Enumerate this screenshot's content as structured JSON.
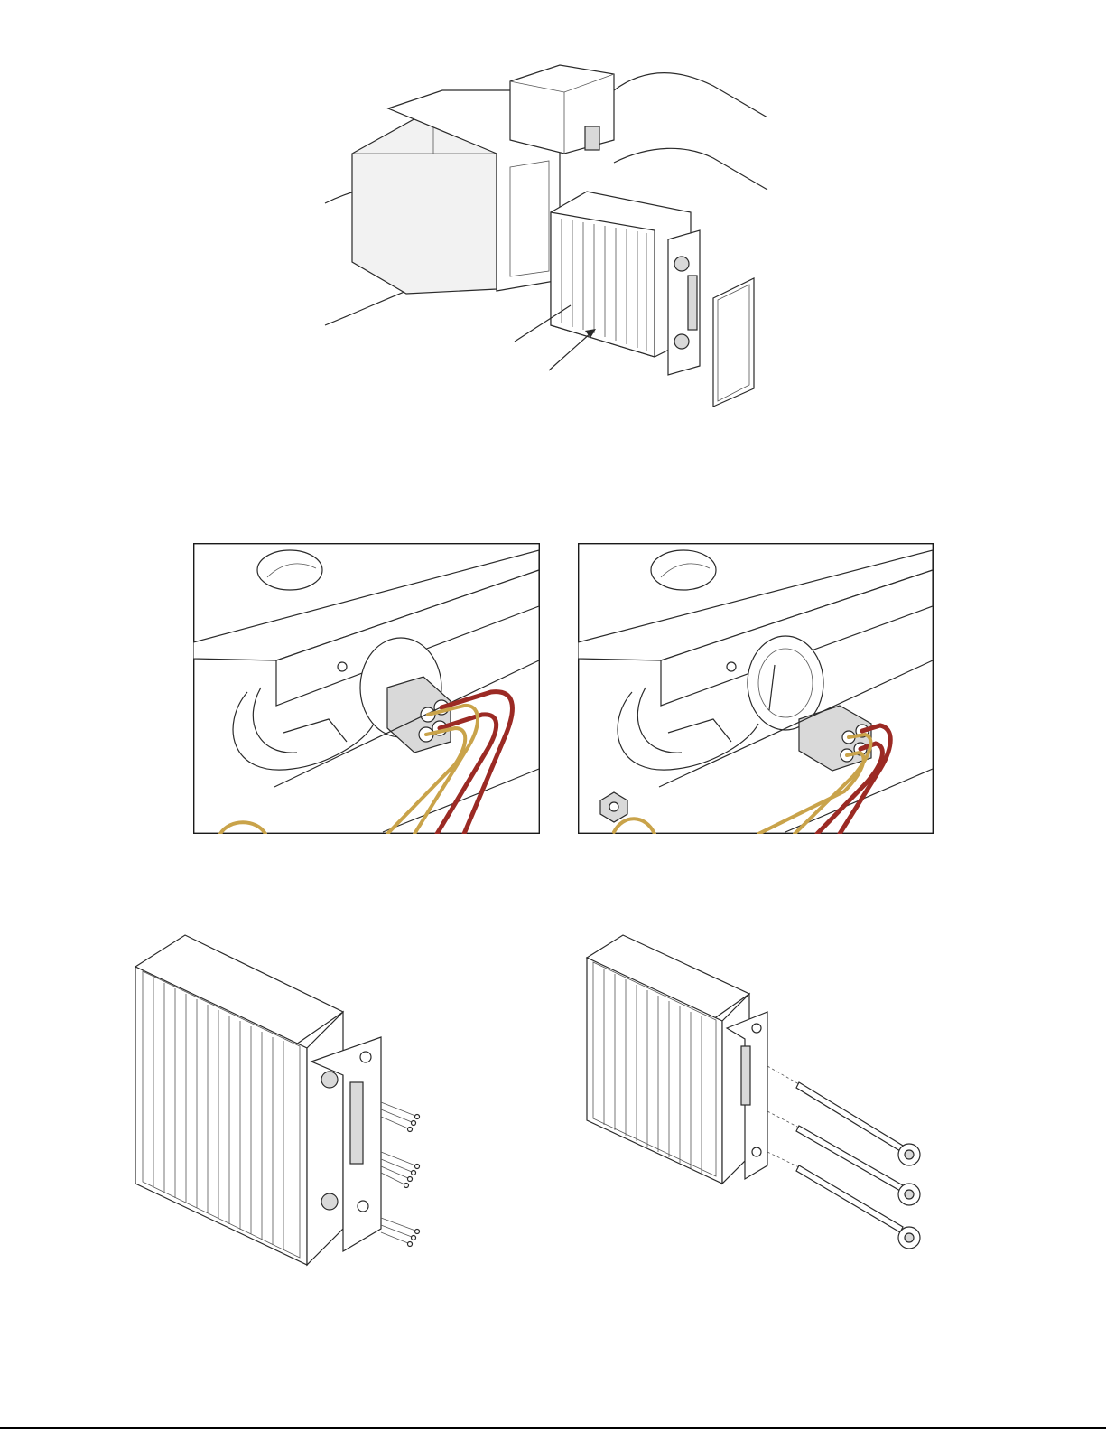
{
  "colors": {
    "line": "#2a2a2a",
    "wire_red": "#9b2a24",
    "wire_tan": "#c9a34a",
    "panel": "#ffffff",
    "shade": "#d9d9d9"
  },
  "figures": [
    {
      "id": "duct-heater-assembly",
      "callouts": 2
    },
    {
      "id": "element-terminal-detail-connected"
    },
    {
      "id": "element-terminal-detail-removed"
    },
    {
      "id": "heater-rack-screws"
    },
    {
      "id": "heater-rack-elements",
      "element_count": 3
    }
  ]
}
